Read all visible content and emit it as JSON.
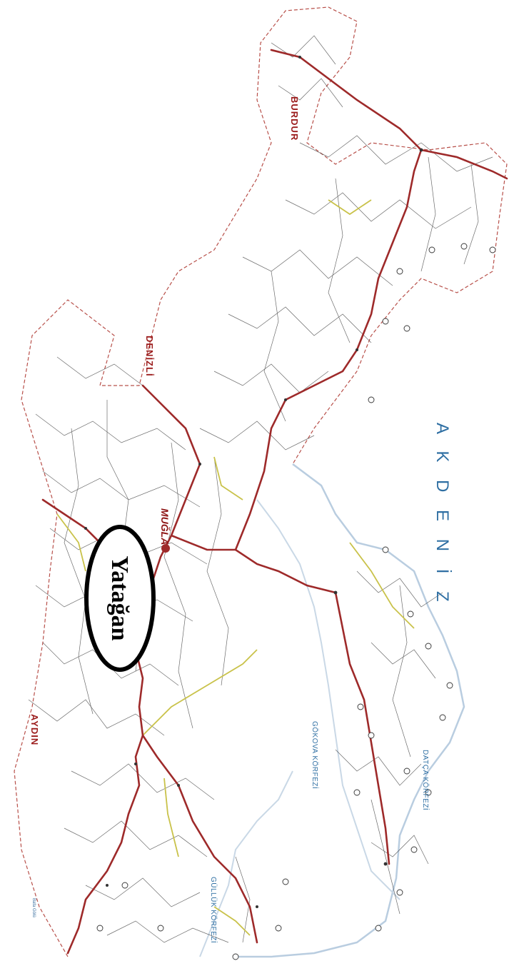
{
  "map": {
    "labels": {
      "aydin": "AYDIN",
      "denizli": "DENİZLİ",
      "burdur": "BURDUR",
      "mugla": "MUĞLA",
      "akdeniz": "A K D E N İ Z",
      "gokova": "GÖKOVA KÖRFEZİ",
      "datca": "DATÇA KÖRFEZİ",
      "gulluk": "GÜLLÜK KÖRFEZİ",
      "bafa": "Bafa Gölü"
    },
    "callout": {
      "text": "Yatağan"
    },
    "colors": {
      "highway": "#9e2a2a",
      "secondary_road": "#c9c24a",
      "minor_road": "#333333",
      "border": "#b8504a",
      "coast": "#b9cde0",
      "sea_label": "#2f6fa3"
    }
  }
}
